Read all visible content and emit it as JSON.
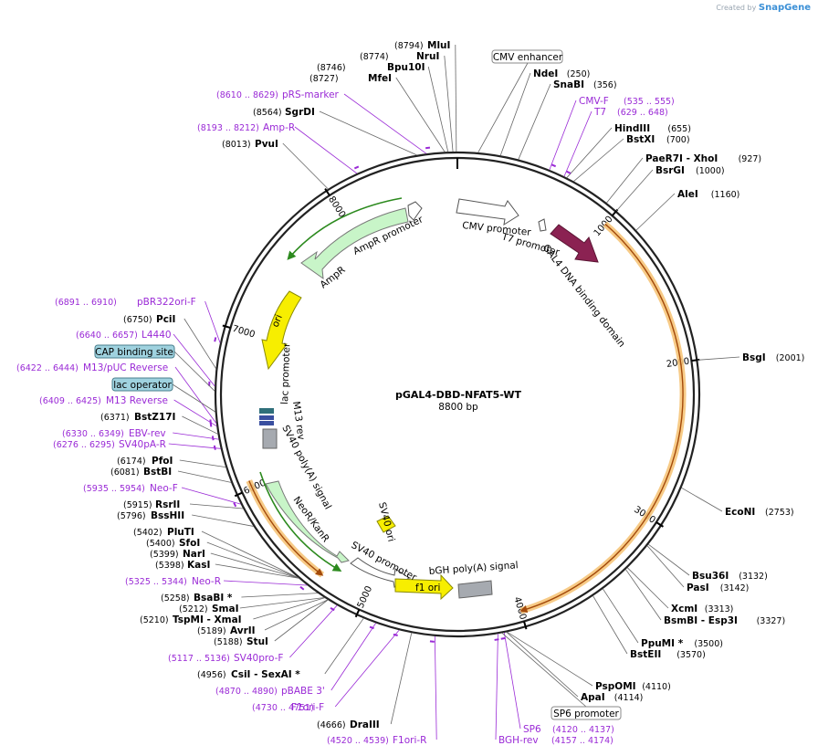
{
  "credit": {
    "prefix": "Created by",
    "brand": "SnapGene"
  },
  "plasmid": {
    "name": "pGAL4-DBD-NFAT5-WT",
    "size_label": "8800 bp",
    "length": 8800
  },
  "ticks": [
    "1000",
    "2000",
    "3000",
    "4000",
    "5000",
    "6000",
    "7000",
    "8000"
  ],
  "enzymes": [
    {
      "name": "MluI",
      "pos": "(8794)",
      "bp": 8794
    },
    {
      "name": "NruI",
      "pos": "(8774)",
      "bp": 8774
    },
    {
      "name": "Bpu10I",
      "pos": "(8746)",
      "bp": 8746
    },
    {
      "name": "MfeI",
      "pos": "(8727)",
      "bp": 8727
    },
    {
      "name": "SgrDI",
      "pos": "(8564)",
      "bp": 8564
    },
    {
      "name": "PvuI",
      "pos": "(8013)",
      "bp": 8013
    },
    {
      "name": "NdeI",
      "pos": "(250)",
      "bp": 250
    },
    {
      "name": "SnaBI",
      "pos": "(356)",
      "bp": 356
    },
    {
      "name": "HindIII",
      "pos": "(655)",
      "bp": 655
    },
    {
      "name": "BstXI",
      "pos": "(700)",
      "bp": 700
    },
    {
      "name": "PaeR7I - XhoI",
      "pos": "(927)",
      "bp": 927
    },
    {
      "name": "BsrGI",
      "pos": "(1000)",
      "bp": 1000
    },
    {
      "name": "AleI",
      "pos": "(1160)",
      "bp": 1160
    },
    {
      "name": "BsgI",
      "pos": "(2001)",
      "bp": 2001
    },
    {
      "name": "EcoNI",
      "pos": "(2753)",
      "bp": 2753
    },
    {
      "name": "Bsu36I",
      "pos": "(3132)",
      "bp": 3132
    },
    {
      "name": "PasI",
      "pos": "(3142)",
      "bp": 3142
    },
    {
      "name": "XcmI",
      "pos": "(3313)",
      "bp": 3313
    },
    {
      "name": "BsmBI - Esp3I",
      "pos": "(3327)",
      "bp": 3327
    },
    {
      "name": "PpuMI *",
      "pos": "(3500)",
      "bp": 3500
    },
    {
      "name": "BstEII",
      "pos": "(3570)",
      "bp": 3570
    },
    {
      "name": "PspOMI",
      "pos": "(4110)",
      "bp": 4110
    },
    {
      "name": "ApaI",
      "pos": "(4114)",
      "bp": 4114
    },
    {
      "name": "DraIII",
      "pos": "(4666)",
      "bp": 4666
    },
    {
      "name": "CsiI - SexAI *",
      "pos": "(4956)",
      "bp": 4956
    },
    {
      "name": "StuI",
      "pos": "(5188)",
      "bp": 5188
    },
    {
      "name": "AvrII",
      "pos": "(5189)",
      "bp": 5189
    },
    {
      "name": "TspMI - XmaI",
      "pos": "(5210)",
      "bp": 5210
    },
    {
      "name": "SmaI",
      "pos": "(5212)",
      "bp": 5212
    },
    {
      "name": "BsaBI *",
      "pos": "(5258)",
      "bp": 5258
    },
    {
      "name": "KasI",
      "pos": "(5398)",
      "bp": 5398
    },
    {
      "name": "NarI",
      "pos": "(5399)",
      "bp": 5399
    },
    {
      "name": "SfoI",
      "pos": "(5400)",
      "bp": 5400
    },
    {
      "name": "PluTI",
      "pos": "(5402)",
      "bp": 5402
    },
    {
      "name": "BssHII",
      "pos": "(5796)",
      "bp": 5796
    },
    {
      "name": "RsrII",
      "pos": "(5915)",
      "bp": 5915
    },
    {
      "name": "BstBI",
      "pos": "(6081)",
      "bp": 6081
    },
    {
      "name": "PfoI",
      "pos": "(6174)",
      "bp": 6174
    },
    {
      "name": "BstZ17I",
      "pos": "(6371)",
      "bp": 6371
    },
    {
      "name": "PciI",
      "pos": "(6750)",
      "bp": 6750
    }
  ],
  "primers": [
    {
      "name": "pRS-marker",
      "pos": "(8610 .. 8629)",
      "bp": 8620
    },
    {
      "name": "Amp-R",
      "pos": "(8193 .. 8212)",
      "bp": 8202
    },
    {
      "name": "CMV-F",
      "pos": "(535 .. 555)",
      "bp": 545
    },
    {
      "name": "T7",
      "pos": "(629 .. 648)",
      "bp": 638
    },
    {
      "name": "pBR322ori-F",
      "pos": "(6891 .. 6910)",
      "bp": 6900
    },
    {
      "name": "L4440",
      "pos": "(6640 .. 6657)",
      "bp": 6648
    },
    {
      "name": "M13/pUC Reverse",
      "pos": "(6422 .. 6444)",
      "bp": 6433
    },
    {
      "name": "M13 Reverse",
      "pos": "(6409 .. 6425)",
      "bp": 6417
    },
    {
      "name": "EBV-rev",
      "pos": "(6330 .. 6349)",
      "bp": 6340
    },
    {
      "name": "SV40pA-R",
      "pos": "(6276 .. 6295)",
      "bp": 6285
    },
    {
      "name": "Neo-F",
      "pos": "(5935 .. 5954)",
      "bp": 5944
    },
    {
      "name": "Neo-R",
      "pos": "(5325 .. 5344)",
      "bp": 5334
    },
    {
      "name": "SV40pro-F",
      "pos": "(5117 .. 5136)",
      "bp": 5126
    },
    {
      "name": "pBABE 3'",
      "pos": "(4870 .. 4890)",
      "bp": 4880
    },
    {
      "name": "F1ori-F",
      "pos": "(4730 .. 4751)",
      "bp": 4740
    },
    {
      "name": "F1ori-R",
      "pos": "(4520 .. 4539)",
      "bp": 4530
    },
    {
      "name": "SP6",
      "pos": "(4120 .. 4137)",
      "bp": 4128
    },
    {
      "name": "BGH-rev",
      "pos": "(4157 .. 4174)",
      "bp": 4165
    }
  ],
  "boxed_features": [
    {
      "name": "CMV enhancer"
    },
    {
      "name": "SP6 promoter"
    },
    {
      "name": "CAP binding site"
    },
    {
      "name": "lac operator"
    }
  ],
  "inner_labels": {
    "cmv_promoter": "CMV promoter",
    "t7_promoter": "T7 promoter",
    "gal4": "GAL4 DNA binding domain",
    "ampr_promoter": "AmpR promoter",
    "ampr": "AmpR",
    "ori": "ori",
    "lac_promoter": "lac promoter",
    "m13_rev": "M13 rev",
    "sv40_polya": "SV40 poly(A) signal",
    "neor": "NeoR/KanR",
    "sv40_ori": "SV40 ori",
    "sv40_promoter": "SV40 promoter",
    "bgh_polya": "bGH poly(A) signal",
    "f1_ori": "f1 ori"
  },
  "colors": {
    "backbone": "#222222",
    "orange_band": "#f2a93b",
    "orange_line": "#a34a0b",
    "primer": "#9a2ad6",
    "gal4": "#8b2252",
    "green_feature": "#c8f5c8",
    "green_line": "#2c8a1e",
    "ori_yellow": "#f7ee00",
    "grey_feature": "#a6aab0",
    "box_blue": "#9fd2df"
  }
}
